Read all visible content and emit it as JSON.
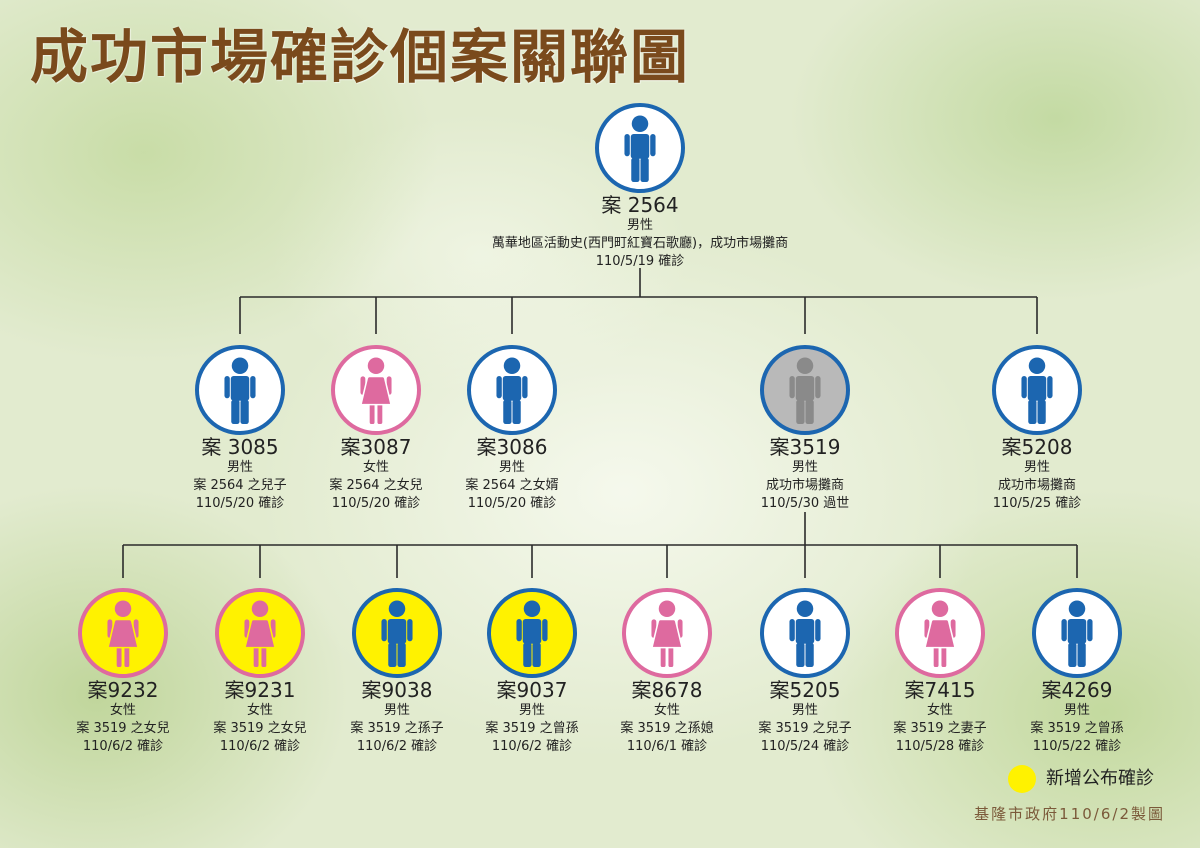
{
  "title": "成功市場確診個案關聯圖",
  "colors": {
    "title": "#7a4a1c",
    "credit": "#7b5a3a",
    "blue": "#1c66b0",
    "pink": "#de6a9f",
    "yellow": "#fff200",
    "white": "#ffffff",
    "gray": "#b9b9b9",
    "gray_figure": "#8a8a8a"
  },
  "root": {
    "case": "案 2564",
    "sex": "男性",
    "relation": "萬華地區活動史(西門町紅寶石歌廳)，成功市場攤商",
    "date": "110/5/19  確診",
    "icon": "male-figure-icon",
    "fill": "white"
  },
  "level2": [
    {
      "case": "案 3085",
      "sex": "男性",
      "relation": "案 2564 之兒子",
      "date": "110/5/20 確診",
      "icon": "male-figure-icon",
      "fill": "white"
    },
    {
      "case": "案3087",
      "sex": "女性",
      "relation": "案 2564 之女兒",
      "date": "110/5/20 確診",
      "icon": "female-figure-icon",
      "fill": "white"
    },
    {
      "case": "案3086",
      "sex": "男性",
      "relation": "案 2564 之女婿",
      "date": "110/5/20 確診",
      "icon": "male-figure-icon",
      "fill": "white"
    },
    {
      "case": "案3519",
      "sex": "男性",
      "relation": "成功市場攤商",
      "date": "110/5/30 過世",
      "icon": "male-figure-icon",
      "fill": "gray"
    },
    {
      "case": "案5208",
      "sex": "男性",
      "relation": "成功市場攤商",
      "date": "110/5/25 確診",
      "icon": "male-figure-icon",
      "fill": "white"
    }
  ],
  "level3": [
    {
      "case": "案9232",
      "sex": "女性",
      "relation": "案 3519 之女兒",
      "date": "110/6/2 確診",
      "icon": "female-figure-icon",
      "fill": "yellow"
    },
    {
      "case": "案9231",
      "sex": "女性",
      "relation": "案 3519 之女兒",
      "date": "110/6/2 確診",
      "icon": "female-figure-icon",
      "fill": "yellow"
    },
    {
      "case": "案9038",
      "sex": "男性",
      "relation": "案 3519 之孫子",
      "date": "110/6/2 確診",
      "icon": "male-figure-icon",
      "fill": "yellow"
    },
    {
      "case": "案9037",
      "sex": "男性",
      "relation": "案 3519 之曾孫",
      "date": "110/6/2 確診",
      "icon": "male-figure-icon",
      "fill": "yellow"
    },
    {
      "case": "案8678",
      "sex": "女性",
      "relation": "案 3519 之孫媳",
      "date": "110/6/1 確診",
      "icon": "female-figure-icon",
      "fill": "white"
    },
    {
      "case": "案5205",
      "sex": "男性",
      "relation": "案 3519 之兒子",
      "date": "110/5/24 確診",
      "icon": "male-figure-icon",
      "fill": "white"
    },
    {
      "case": "案7415",
      "sex": "女性",
      "relation": "案 3519 之妻子",
      "date": "110/5/28 確診",
      "icon": "female-figure-icon",
      "fill": "white"
    },
    {
      "case": "案4269",
      "sex": "男性",
      "relation": "案 3519 之曾孫",
      "date": "110/5/22 確診",
      "icon": "male-figure-icon",
      "fill": "white"
    }
  ],
  "legend": {
    "label": "新增公布確診",
    "swatch": "yellow"
  },
  "credit": "基隆市政府110/6/2製圖"
}
